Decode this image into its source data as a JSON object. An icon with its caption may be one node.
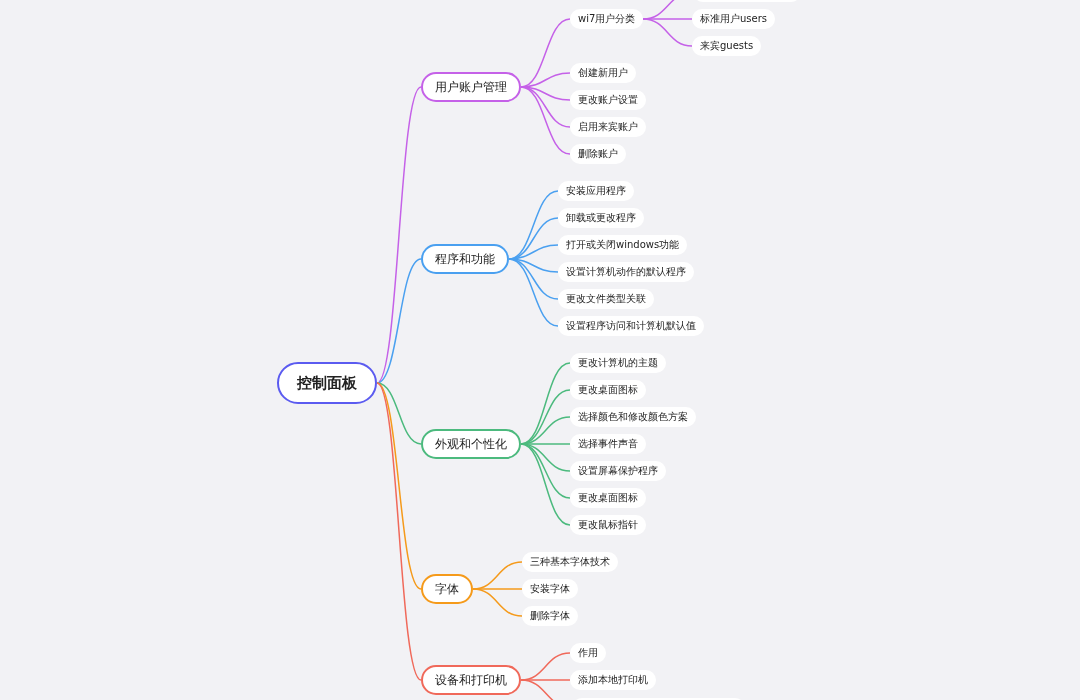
{
  "diagram": {
    "nodes": [
      {
        "text": [
          "控制面板"
        ]
      },
      {
        "text": [
          "用户账户管理"
        ]
      },
      {
        "text": [
          "wi7用户分类"
        ]
      },
      {
        "text": [],
        "shape": "box"
      },
      {
        "text": [
          "标准用户users"
        ]
      },
      {
        "text": [
          "来宾guests"
        ]
      },
      {
        "text": [
          "创建新用户"
        ]
      },
      {
        "text": [
          "更改账户设置"
        ]
      },
      {
        "text": [
          "启用来宾账户"
        ]
      },
      {
        "text": [
          "删除账户"
        ]
      },
      {
        "text": [
          "程序和功能"
        ]
      },
      {
        "text": [
          "安装应用程序"
        ]
      },
      {
        "text": [
          "卸载或更改程序"
        ]
      },
      {
        "text": [
          "打开或关闭windows功能"
        ]
      },
      {
        "text": [
          "设置计算机动作的默认程序"
        ]
      },
      {
        "text": [
          "更改文件类型关联"
        ]
      },
      {
        "text": [
          "设置程序访问和计算机默认值"
        ]
      },
      {
        "text": [
          "外观和个性化"
        ]
      },
      {
        "text": [
          "更改计算机的主题"
        ]
      },
      {
        "text": [
          "更改桌面图标"
        ]
      },
      {
        "text": [
          "选择颜色和修改颜色方案"
        ]
      },
      {
        "text": [
          "选择事件声音"
        ]
      },
      {
        "text": [
          "设置屏幕保护程序"
        ]
      },
      {
        "text": [
          "更改桌面图标"
        ]
      },
      {
        "text": [
          "更改鼠标指针"
        ]
      },
      {
        "text": [
          "字体"
        ]
      },
      {
        "text": [
          "三种基本字体技术"
        ]
      },
      {
        "text": [
          "安装字体"
        ]
      },
      {
        "text": [
          "删除字体"
        ]
      },
      {
        "text": [
          "设备和打印机"
        ]
      },
      {
        "text": [
          "作用"
        ]
      },
      {
        "text": [
          "添加本地打印机"
        ]
      },
      {
        "text": [],
        "shape": "box"
      }
    ],
    "edges": [
      {
        "from": 0,
        "to": 1,
        "arrow": "none",
        "color": "#c561e8"
      },
      {
        "from": 0,
        "to": 10,
        "arrow": "none",
        "color": "#4aa0f0"
      },
      {
        "from": 0,
        "to": 17,
        "arrow": "none",
        "color": "#4cba7e"
      },
      {
        "from": 0,
        "to": 25,
        "arrow": "none",
        "color": "#f59a1a"
      },
      {
        "from": 0,
        "to": 29,
        "arrow": "none",
        "color": "#f0695a"
      },
      {
        "from": 1,
        "to": 2,
        "arrow": "none",
        "color": "#c561e8"
      },
      {
        "from": 1,
        "to": 6,
        "arrow": "none",
        "color": "#c561e8"
      },
      {
        "from": 1,
        "to": 7,
        "arrow": "none",
        "color": "#c561e8"
      },
      {
        "from": 1,
        "to": 8,
        "arrow": "none",
        "color": "#c561e8"
      },
      {
        "from": 1,
        "to": 9,
        "arrow": "none",
        "color": "#c561e8"
      },
      {
        "from": 2,
        "to": 3,
        "arrow": "none",
        "color": "#c561e8"
      },
      {
        "from": 2,
        "to": 4,
        "arrow": "none",
        "color": "#c561e8"
      },
      {
        "from": 2,
        "to": 5,
        "arrow": "none",
        "color": "#c561e8"
      },
      {
        "from": 10,
        "to": 11,
        "arrow": "none",
        "color": "#4aa0f0"
      },
      {
        "from": 10,
        "to": 12,
        "arrow": "none",
        "color": "#4aa0f0"
      },
      {
        "from": 10,
        "to": 13,
        "arrow": "none",
        "color": "#4aa0f0"
      },
      {
        "from": 10,
        "to": 14,
        "arrow": "none",
        "color": "#4aa0f0"
      },
      {
        "from": 10,
        "to": 15,
        "arrow": "none",
        "color": "#4aa0f0"
      },
      {
        "from": 10,
        "to": 16,
        "arrow": "none",
        "color": "#4aa0f0"
      },
      {
        "from": 17,
        "to": 18,
        "arrow": "none",
        "color": "#4cba7e"
      },
      {
        "from": 17,
        "to": 19,
        "arrow": "none",
        "color": "#4cba7e"
      },
      {
        "from": 17,
        "to": 20,
        "arrow": "none",
        "color": "#4cba7e"
      },
      {
        "from": 17,
        "to": 21,
        "arrow": "none",
        "color": "#4cba7e"
      },
      {
        "from": 17,
        "to": 22,
        "arrow": "none",
        "color": "#4cba7e"
      },
      {
        "from": 17,
        "to": 23,
        "arrow": "none",
        "color": "#4cba7e"
      },
      {
        "from": 17,
        "to": 24,
        "arrow": "none",
        "color": "#4cba7e"
      },
      {
        "from": 25,
        "to": 26,
        "arrow": "none",
        "color": "#f59a1a"
      },
      {
        "from": 25,
        "to": 27,
        "arrow": "none",
        "color": "#f59a1a"
      },
      {
        "from": 25,
        "to": 28,
        "arrow": "none",
        "color": "#f59a1a"
      },
      {
        "from": 29,
        "to": 30,
        "arrow": "none",
        "color": "#f0695a"
      },
      {
        "from": 29,
        "to": 31,
        "arrow": "none",
        "color": "#f0695a"
      },
      {
        "from": 29,
        "to": 32,
        "arrow": "none",
        "color": "#f0695a"
      }
    ]
  }
}
